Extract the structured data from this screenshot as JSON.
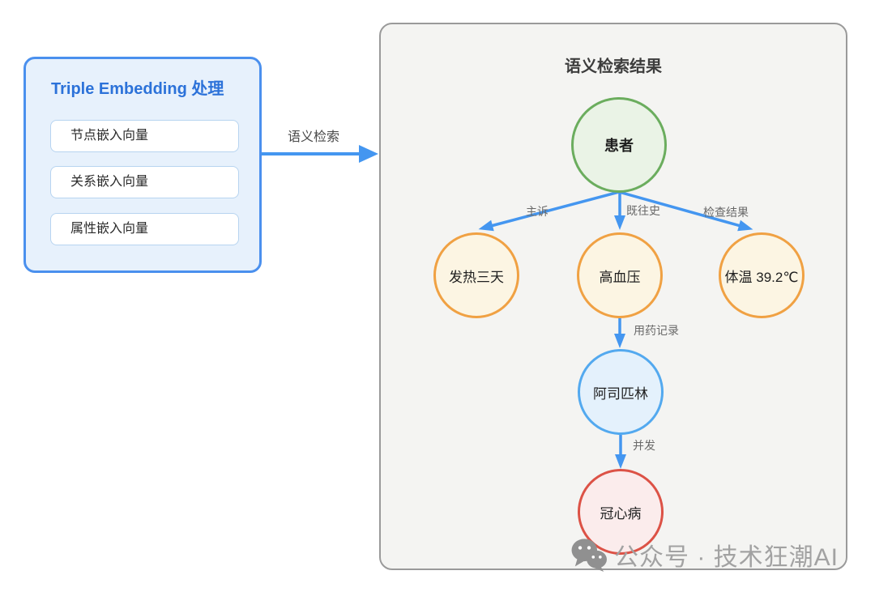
{
  "left_box": {
    "title": "Triple Embedding 处理",
    "items": [
      "节点嵌入向量",
      "关系嵌入向量",
      "属性嵌入向量"
    ]
  },
  "connector": {
    "label": "语义检索"
  },
  "panel": {
    "title": "语义检索结果",
    "nodes": {
      "patient": {
        "label": "患者"
      },
      "fever": {
        "label": "发热三天"
      },
      "hypertension": {
        "label": "高血压"
      },
      "temperature": {
        "label": "体温 39.2℃"
      },
      "aspirin": {
        "label": "阿司匹林"
      },
      "chd": {
        "label": "冠心病"
      }
    },
    "edges": {
      "chief_complaint": "主诉",
      "past_history": "既往史",
      "exam_result": "检查结果",
      "medication_record": "用药记录",
      "complication": "并发"
    }
  },
  "watermark": {
    "icon": "wechat-icon",
    "text": "公众号 · 技术狂潮AI"
  },
  "colors": {
    "box_border_blue": "#4a90ee",
    "box_fill_blue": "#e7f1fc",
    "title_blue": "#2c72d9",
    "arrow_blue": "#4496f0",
    "panel_border": "#9a9a9a",
    "panel_fill": "#f4f4f2",
    "node_green_border": "#6bad5e",
    "node_green_fill": "#eaf3e6",
    "node_orange_border": "#f0a143",
    "node_orange_fill": "#fcf5e3",
    "node_blue_border": "#53a9ef",
    "node_blue_fill": "#e4f1fc",
    "node_red_border": "#dc5246",
    "node_red_fill": "#fbecec",
    "watermark_gray": "#a2a2a2"
  }
}
